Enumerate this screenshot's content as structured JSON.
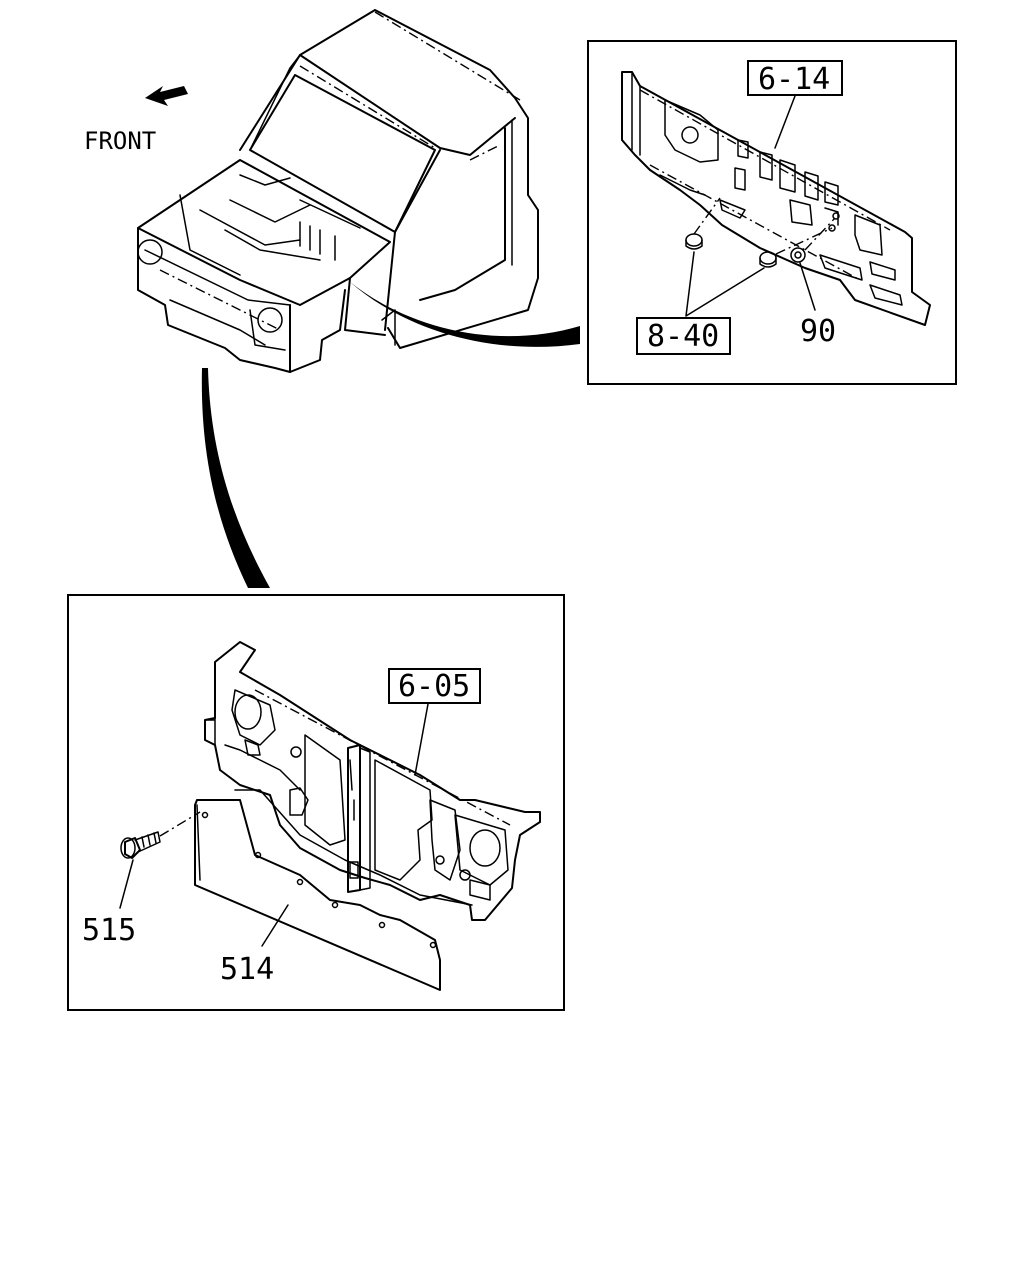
{
  "direction_label": "FRONT",
  "callouts": {
    "ref_6_14": "6-14",
    "ref_8_40": "8-40",
    "part_90": "90",
    "ref_6_05": "6-05",
    "part_515": "515",
    "part_514": "514"
  }
}
